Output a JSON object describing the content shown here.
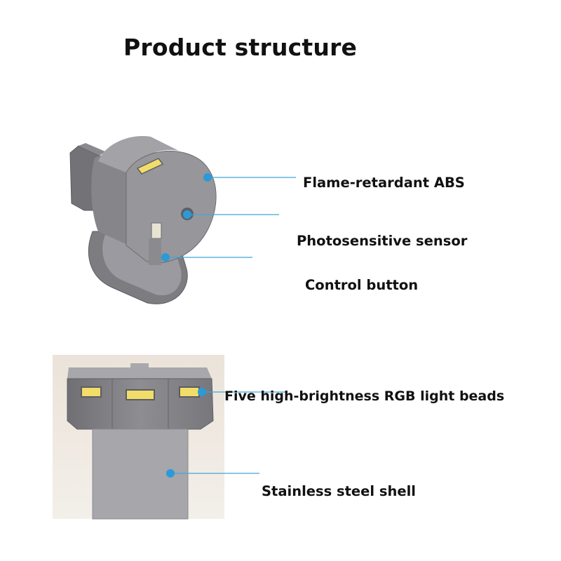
{
  "title": "Product structure",
  "colors": {
    "callout_line": "#3ea8dc",
    "callout_dot": "#2b9ad6",
    "body_gray": "#8f8f94",
    "led_yellow": "#f1dd6a"
  },
  "callouts": [
    {
      "label": "Flame-retardant ABS"
    },
    {
      "label": "Photosensitive sensor"
    },
    {
      "label": "Control button"
    },
    {
      "label": "Five high-brightness RGB light beads"
    },
    {
      "label": "Stainless steel shell"
    }
  ]
}
